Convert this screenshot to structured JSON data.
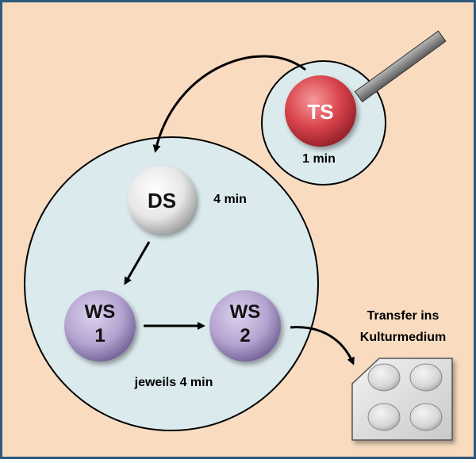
{
  "nodes": {
    "ts": {
      "label": "TS",
      "time": "1 min"
    },
    "ds": {
      "label": "DS",
      "time": "4 min"
    },
    "ws1": {
      "line1": "WS",
      "line2": "1"
    },
    "ws2": {
      "line1": "WS",
      "line2": "2"
    }
  },
  "wash_time_label": "jeweils 4 min",
  "transfer_label": {
    "line1": "Transfer ins",
    "line2": "Kulturmedium"
  },
  "colors": {
    "background": "#f9dcc0",
    "dish": "#dbeaed",
    "ts_fill": "#d9434b",
    "ds_fill": "#e8e8e8",
    "ws_fill": "#b3a2cf",
    "plate": "#dedede",
    "frame": "#2e5a7e"
  }
}
